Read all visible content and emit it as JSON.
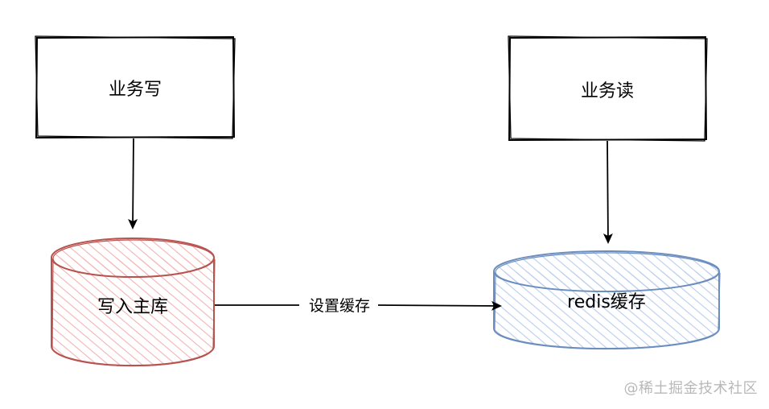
{
  "diagram": {
    "nodes": {
      "write_box": {
        "label": "业务写"
      },
      "read_box": {
        "label": "业务读"
      },
      "main_db": {
        "label": "写入主库"
      },
      "redis_cache": {
        "label": "redis缓存"
      }
    },
    "edges": {
      "set_cache": {
        "label": "设置缓存"
      }
    },
    "colors": {
      "box_stroke": "#000000",
      "main_db_stroke": "#b85450",
      "main_db_hatch": "#f2b4b4",
      "redis_stroke": "#6c8ebf",
      "redis_hatch": "#b9cdee",
      "arrow": "#000000"
    }
  },
  "watermark": {
    "text": "@稀土掘金技术社区"
  }
}
